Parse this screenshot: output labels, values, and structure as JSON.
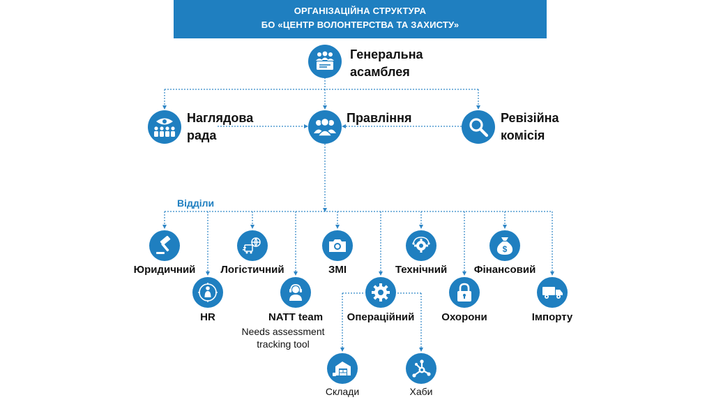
{
  "header": {
    "line1": "ОРГАНІЗАЦІЙНА СТРУКТУРА",
    "line2": "БО «ЦЕНТР ВОЛОНТЕРСТВА ТА ЗАХИСТУ»"
  },
  "colors": {
    "accent": "#1f7fc0",
    "connector": "#2f86c6",
    "text": "#111111"
  },
  "top": {
    "assembly": {
      "line1": "Генеральна",
      "line2": "асамблея",
      "icon": "assembly-icon"
    },
    "supervisory": {
      "line1": "Наглядова",
      "line2": "рада",
      "icon": "supervisory-board-icon"
    },
    "board": {
      "label": "Правління",
      "icon": "board-people-icon"
    },
    "audit": {
      "line1": "Ревізійна",
      "line2": "комісія",
      "icon": "magnifier-icon"
    }
  },
  "departments_title": "Відділи",
  "departments": {
    "legal": {
      "label": "Юридичний",
      "icon": "gavel-icon"
    },
    "hr": {
      "label": "HR",
      "icon": "person-target-icon"
    },
    "logistics": {
      "label": "Логістичний",
      "icon": "logistics-globe-icon"
    },
    "natt": {
      "label": "NATT team",
      "note1": "Needs assessment",
      "note2": "tracking tool",
      "icon": "headset-operator-icon"
    },
    "media": {
      "label": "ЗМІ",
      "icon": "camera-icon"
    },
    "operations": {
      "label": "Операційний",
      "icon": "gear-icon"
    },
    "technical": {
      "label": "Технічний",
      "icon": "tech-gear-icon"
    },
    "security": {
      "label": "Охорони",
      "icon": "padlock-icon"
    },
    "finance": {
      "label": "Фінансовий",
      "icon": "money-bag-icon"
    },
    "import": {
      "label": "Імпорту",
      "icon": "truck-icon"
    }
  },
  "operations_sub": {
    "warehouses": {
      "label": "Склади",
      "icon": "warehouse-icon"
    },
    "hubs": {
      "label": "Хаби",
      "icon": "hub-network-icon"
    }
  }
}
